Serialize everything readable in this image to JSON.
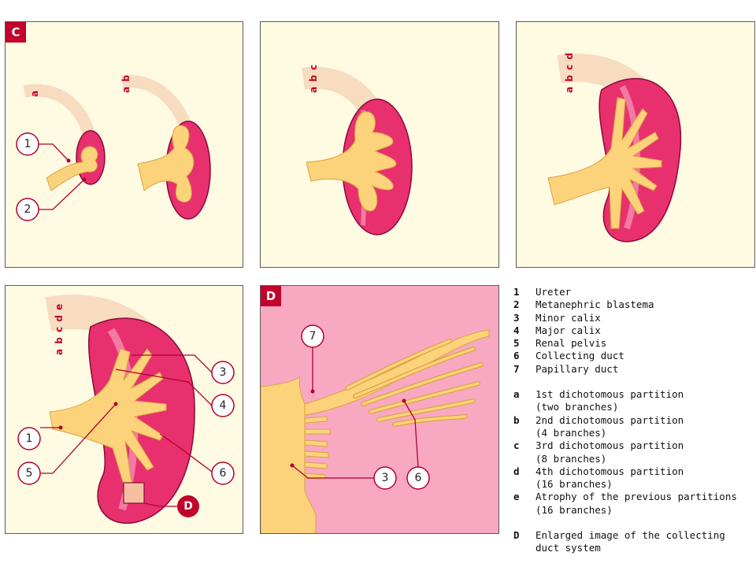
{
  "panels": {
    "c_tag": "C",
    "d_tag": "D",
    "stage_labels": {
      "p1_a": "a",
      "p1_b": "a b",
      "p2": "a b c",
      "p3": "a b c d",
      "p4": "a b c d e"
    }
  },
  "callouts": {
    "n1": "1",
    "n2": "2",
    "n3": "3",
    "n4": "4",
    "n5": "5",
    "n6": "6",
    "n7": "7",
    "nD": "D"
  },
  "legend": {
    "numbered": [
      {
        "key": "1",
        "text": "Ureter"
      },
      {
        "key": "2",
        "text": "Metanephric blastema"
      },
      {
        "key": "3",
        "text": "Minor calix"
      },
      {
        "key": "4",
        "text": "Major calix"
      },
      {
        "key": "5",
        "text": "Renal pelvis"
      },
      {
        "key": "6",
        "text": "Collecting duct"
      },
      {
        "key": "7",
        "text": "Papillary duct"
      }
    ],
    "lettered": [
      {
        "key": "a",
        "line1": "1st dichotomous partition",
        "line2": "(two branches)"
      },
      {
        "key": "b",
        "line1": "2nd dichotomous partition",
        "line2": "(4 branches)"
      },
      {
        "key": "c",
        "line1": "3rd dichotomous partition",
        "line2": "(8 branches)"
      },
      {
        "key": "d",
        "line1": "4th dichotomous partition",
        "line2": "(16 branches)"
      },
      {
        "key": "e",
        "line1": "Atrophy of the previous partitions",
        "line2": "(16 branches)"
      }
    ],
    "d_entry": {
      "key": "D",
      "line1": "Enlarged image of the collecting",
      "line2": "duct system"
    }
  },
  "colors": {
    "panel_bg": "#fffbe3",
    "kidney": "#e8306e",
    "kidney_light": "#f27aa3",
    "duct": "#fcd27a",
    "duct_stroke": "#d9a443",
    "accent": "#c1002b",
    "stage_band": "#f7dcc0",
    "d_bg": "#f9a8c2"
  }
}
